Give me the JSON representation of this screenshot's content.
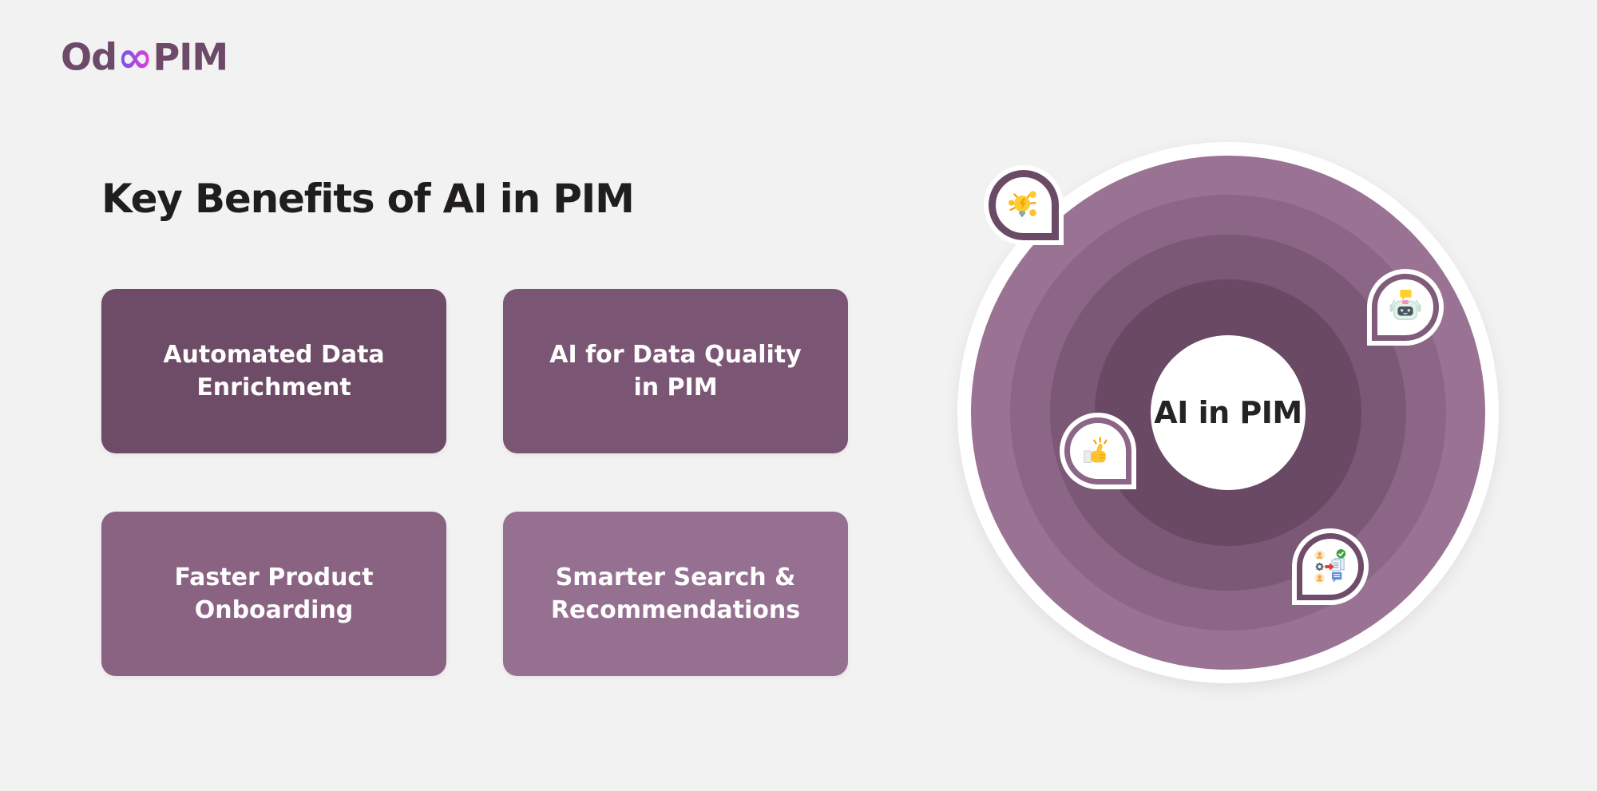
{
  "background_color": "#f3f2f2",
  "logo": {
    "prefix": "Od",
    "infinity": "∞",
    "suffix": "PIM",
    "text_color": "#6d4a68",
    "gradient": [
      "#6a5ae1",
      "#a94ae0",
      "#ec3fd9"
    ]
  },
  "heading": {
    "title": "Key Benefits of AI in PIM",
    "color": "#201d1f"
  },
  "cards": [
    {
      "label": "Automated Data Enrichment",
      "lines": [
        "Automated Data",
        "Enrichment"
      ],
      "color": "#6e4b67"
    },
    {
      "label": "AI for Data Quality in PIM",
      "lines": [
        "AI for Data Quality",
        "in PIM"
      ],
      "color": "#7b5674"
    },
    {
      "label": "Faster Product Onboarding",
      "lines": [
        "Faster Product",
        "Onboarding"
      ],
      "color": "#8a6282"
    },
    {
      "label": "Smarter Search & Recommendations",
      "lines": [
        "Smarter Search &",
        "Recommendations"
      ],
      "color": "#967090"
    }
  ],
  "diagram": {
    "center_label": "AI in PIM",
    "center_label_color": "#262327",
    "rings": [
      "#9a7394",
      "#8c6686",
      "#7b5875",
      "#6a4965"
    ],
    "badges": [
      {
        "icon": "idea-lightbulb-icon",
        "border_color": "#6b4a66"
      },
      {
        "icon": "chatbot-icon",
        "border_color": "#7f5c79"
      },
      {
        "icon": "thumbs-up-icon",
        "border_color": "#8c6686"
      },
      {
        "icon": "workflow-approval-icon",
        "border_color": "#6f4d69"
      }
    ]
  }
}
